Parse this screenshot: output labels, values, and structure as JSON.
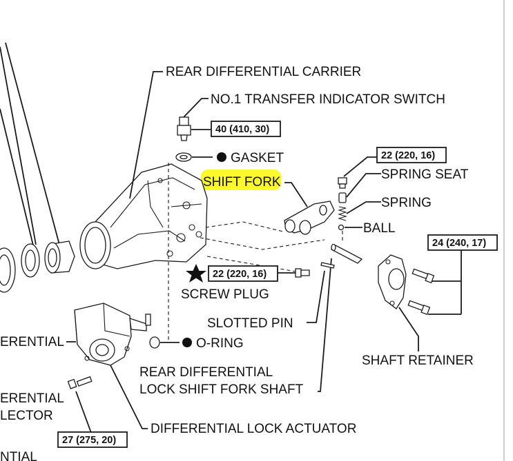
{
  "highlight_color": "#fbf82e",
  "labels": {
    "rear_differential_carrier": "REAR DIFFERENTIAL CARRIER",
    "no1_transfer_indicator_switch": "NO.1 TRANSFER INDICATOR SWITCH",
    "gasket": "GASKET",
    "shift_fork": "SHIFT FORK",
    "spring_seat": "SPRING SEAT",
    "spring": "SPRING",
    "ball": "BALL",
    "screw_plug": "SCREW PLUG",
    "slotted_pin": "SLOTTED PIN",
    "o_ring": "O-RING",
    "shaft_retainer": "SHAFT RETAINER",
    "rear_diff_lock_shift_fork_shaft_line1": "REAR DIFFERENTIAL",
    "rear_diff_lock_shift_fork_shaft_line2": "LOCK SHIFT FORK SHAFT",
    "differential_lock_actuator": "DIFFERENTIAL LOCK ACTUATOR",
    "cut_off_1": "ERENTIAL",
    "cut_off_2": "ERENTIAL",
    "cut_off_3": "LECTOR",
    "cut_off_4": "NTIAL"
  },
  "torque": {
    "indicator_switch": "40 (410, 30)",
    "spring_seat_plug": "22 (220, 16)",
    "screw_plug": "22 (220, 16)",
    "shaft_retainer_bolts": "24 (240, 17)",
    "actuator_bolt": "27 (275, 20)"
  },
  "icons": {
    "non_reusable_part": "filled-circle",
    "precoated_part": "filled-star"
  }
}
